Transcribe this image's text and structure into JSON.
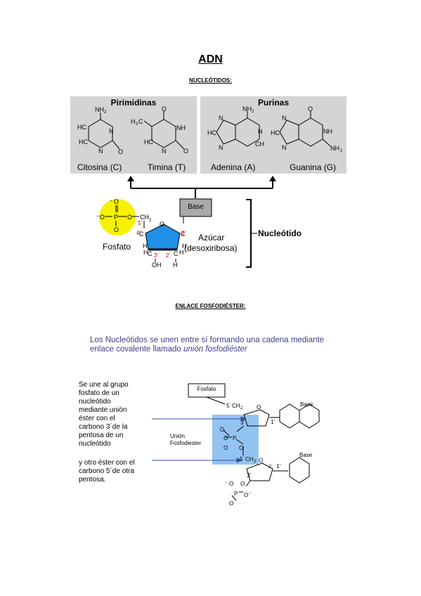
{
  "document": {
    "title": "ADN",
    "section1_heading": "NUCLEÓTIDOS:",
    "section2_heading": "ENLACE FOSFODIÉSTER:"
  },
  "nucleotides_figure": {
    "pyrimidines_label": "Pirimidinas",
    "purines_label": "Purinas",
    "bases": {
      "cytosine": "Citosina (C)",
      "thymine": "Timina (T)",
      "adenine": "Adenina (A)",
      "guanine": "Guanina (G)"
    },
    "base_box": "Base",
    "phosphate_label": "Fosfato",
    "sugar_label_line1": "Azúcar",
    "sugar_label_line2": "(desoxiribosa)",
    "nucleotide_label": "Nucleótido",
    "sugar_ring_colors": {
      "fill": "#1f8fe8",
      "phosphate": "#f6f200"
    }
  },
  "phosphodiester_figure": {
    "intro_line1": "Los Nucleótidos se unen entre sí formando una cadena mediante",
    "intro_line2_plain": "enlace covalente llamado ",
    "intro_line2_italic": "unión fosfodiéster",
    "description_1": [
      "Se une al grupo",
      "fosfato de un",
      "nucleótido",
      "mediante unión",
      "éster con el",
      "carbono  3´de la",
      "pentosa de un",
      "nucleótido"
    ],
    "description_2": [
      " y otro éster  con el",
      "carbono 5´de otra",
      "pentosa."
    ],
    "fosfato_box": "Fosfato",
    "union_label_line1": "Unión",
    "union_label_line2": "Fosfodiester",
    "base_label_top": "Base",
    "base_label_bottom": "Base"
  }
}
